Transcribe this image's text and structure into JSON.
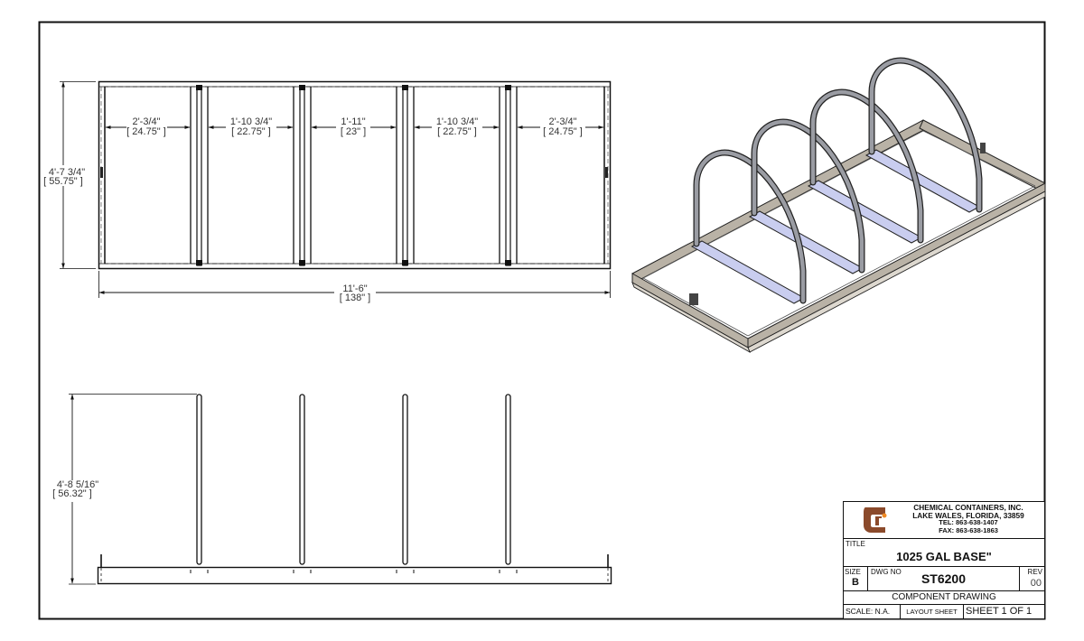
{
  "drawing": {
    "top_view": {
      "overall_width": {
        "imperial": "11'-6\"",
        "metric": "[ 138\" ]"
      },
      "overall_depth": {
        "imperial": "4'-7 3/4\"",
        "metric": "[ 55.75\" ]"
      },
      "bay_dimensions": [
        {
          "imperial": "2'-3/4\"",
          "metric": "[ 24.75\" ]"
        },
        {
          "imperial": "1'-10 3/4\"",
          "metric": "[ 22.75\" ]"
        },
        {
          "imperial": "1'-11\"",
          "metric": "[ 23\" ]"
        },
        {
          "imperial": "1'-10 3/4\"",
          "metric": "[ 22.75\" ]"
        },
        {
          "imperial": "2'-3/4\"",
          "metric": "[ 24.75\" ]"
        }
      ]
    },
    "side_view": {
      "overall_height": {
        "imperial": "4'-8 5/16\"",
        "metric": "[ 56.32\" ]"
      }
    },
    "iso_view": {
      "arch_count": 4,
      "crossbar_color": "#c9cdef",
      "frame_color": "#b9b2a6",
      "tube_color": "#9a9ca3"
    }
  },
  "title_block": {
    "company": {
      "name": "CHEMICAL CONTAINERS, INC.",
      "address": "LAKE WALES, FLORIDA, 33859",
      "tel": "TEL: 863-638-1407",
      "fax": "FAX: 863-638-1863",
      "logo_color": "#8b4a2b",
      "logo_accent": "#f08a24"
    },
    "title_label": "TITLE",
    "title": "1025 GAL BASE\"",
    "size_label": "SIZE",
    "size": "B",
    "dwg_no_label": "DWG NO",
    "dwg_no": "ST6200",
    "rev_label": "REV",
    "rev": "00",
    "drawing_type": "COMPONENT DRAWING",
    "scale": "SCALE: N.A.",
    "layout": "LAYOUT SHEET",
    "sheet": "SHEET 1 OF 1"
  }
}
